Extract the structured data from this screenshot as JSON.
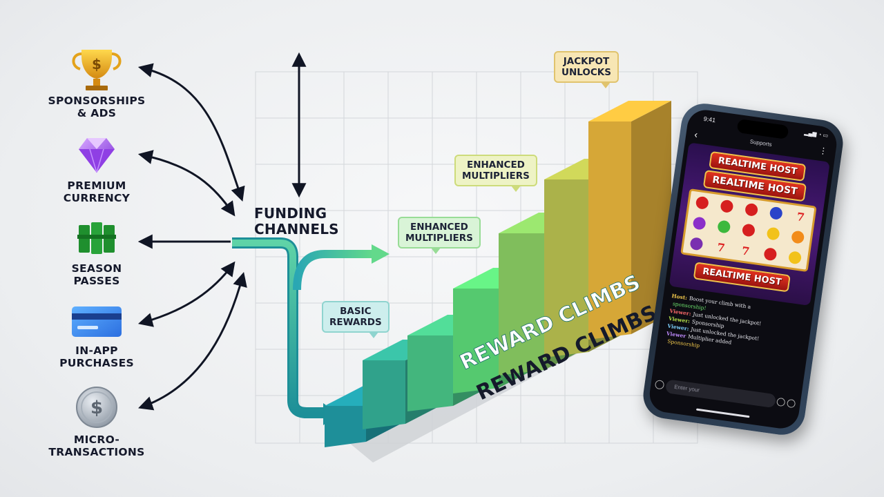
{
  "channels": [
    {
      "label_lines": [
        "SPONSORSHIPS",
        "& ADS"
      ],
      "icon": "trophy-icon"
    },
    {
      "label_lines": [
        "PREMIUM",
        "CURRENCY"
      ],
      "icon": "gem-icon"
    },
    {
      "label_lines": [
        "SEASON",
        "PASSES"
      ],
      "icon": "cash-stack-icon"
    },
    {
      "label_lines": [
        "IN-APP",
        "PURCHASES"
      ],
      "icon": "credit-card-icon"
    },
    {
      "label_lines": [
        "MICRO-",
        "TRANSACTIONS"
      ],
      "icon": "coin-icon"
    }
  ],
  "hub": {
    "line1": "FUNDING",
    "line2": "CHANNELS"
  },
  "staircase": {
    "banner": "REWARD CLIMBS",
    "shadow_banner": "REWARD CLIMBS",
    "tiers": [
      {
        "callout_lines": [
          "BASIC",
          "REWARDS"
        ]
      },
      {
        "callout_lines": [
          "ENHANCED",
          "MULTIPLIERS"
        ]
      },
      {
        "callout_lines": [
          "ENHANCED",
          "MULTIPLIERS"
        ]
      },
      {
        "callout_lines": [
          "JACKPOT",
          "UNLOCKS"
        ]
      }
    ]
  },
  "colors": {
    "step_start": "#1e8f99",
    "step_mid": "#55c96f",
    "step_end": "#d6a737",
    "arrow": "#101524",
    "flow_arrow": "#2bb7a8"
  },
  "phone": {
    "status_time": "9:41",
    "app_title": "Supports",
    "host_banners": [
      "REALTIME HOST",
      "REALTIME HOST",
      "REALTIME HOST"
    ],
    "chat": [
      {
        "name": "Host:",
        "text": "Boost your climb with a",
        "color": "#f2c94c"
      },
      {
        "name": "",
        "text": "sponsorship!",
        "color": "#6ee36e"
      },
      {
        "name": "Viewer:",
        "text": "Just unlocked the jackpot!",
        "color": "#ff6b6b"
      },
      {
        "name": "Viewer:",
        "text": "Sponsorship",
        "color": "#b6e34a"
      },
      {
        "name": "Viewer:",
        "text": "Just unlocked the jackpot!",
        "color": "#7fd2ff"
      },
      {
        "name": "Viewer",
        "text": "Multiplier added",
        "color": "#c08cff"
      },
      {
        "name": "",
        "text": "Sponsorship",
        "color": "#f2c94c"
      }
    ],
    "input_placeholder": "Enter your"
  }
}
